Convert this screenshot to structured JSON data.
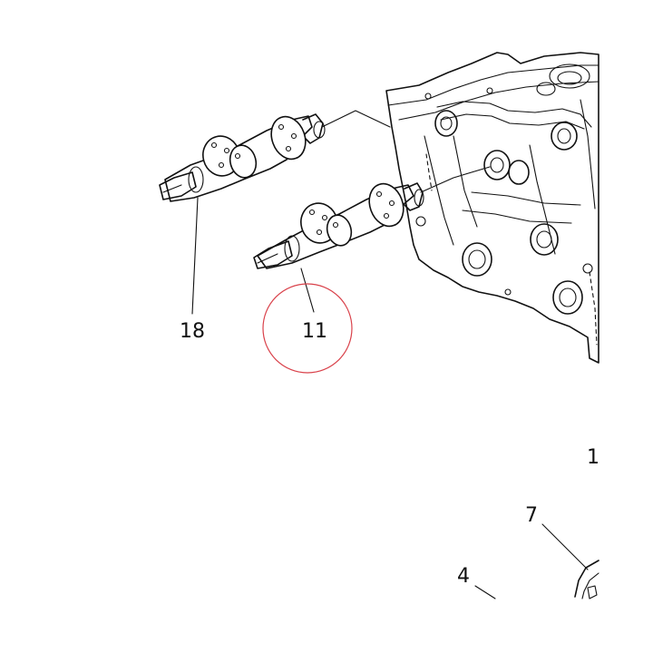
{
  "diagram": {
    "callouts": [
      {
        "key": "camshaft_exhaust",
        "label": "18"
      },
      {
        "key": "camshaft_intake",
        "label": "11"
      },
      {
        "key": "cylinder_head",
        "label": "1"
      },
      {
        "key": "sprocket",
        "label": "7"
      },
      {
        "key": "bolt",
        "label": "4"
      }
    ],
    "highlight_color": "#d9414a",
    "line_color": "#111111"
  }
}
